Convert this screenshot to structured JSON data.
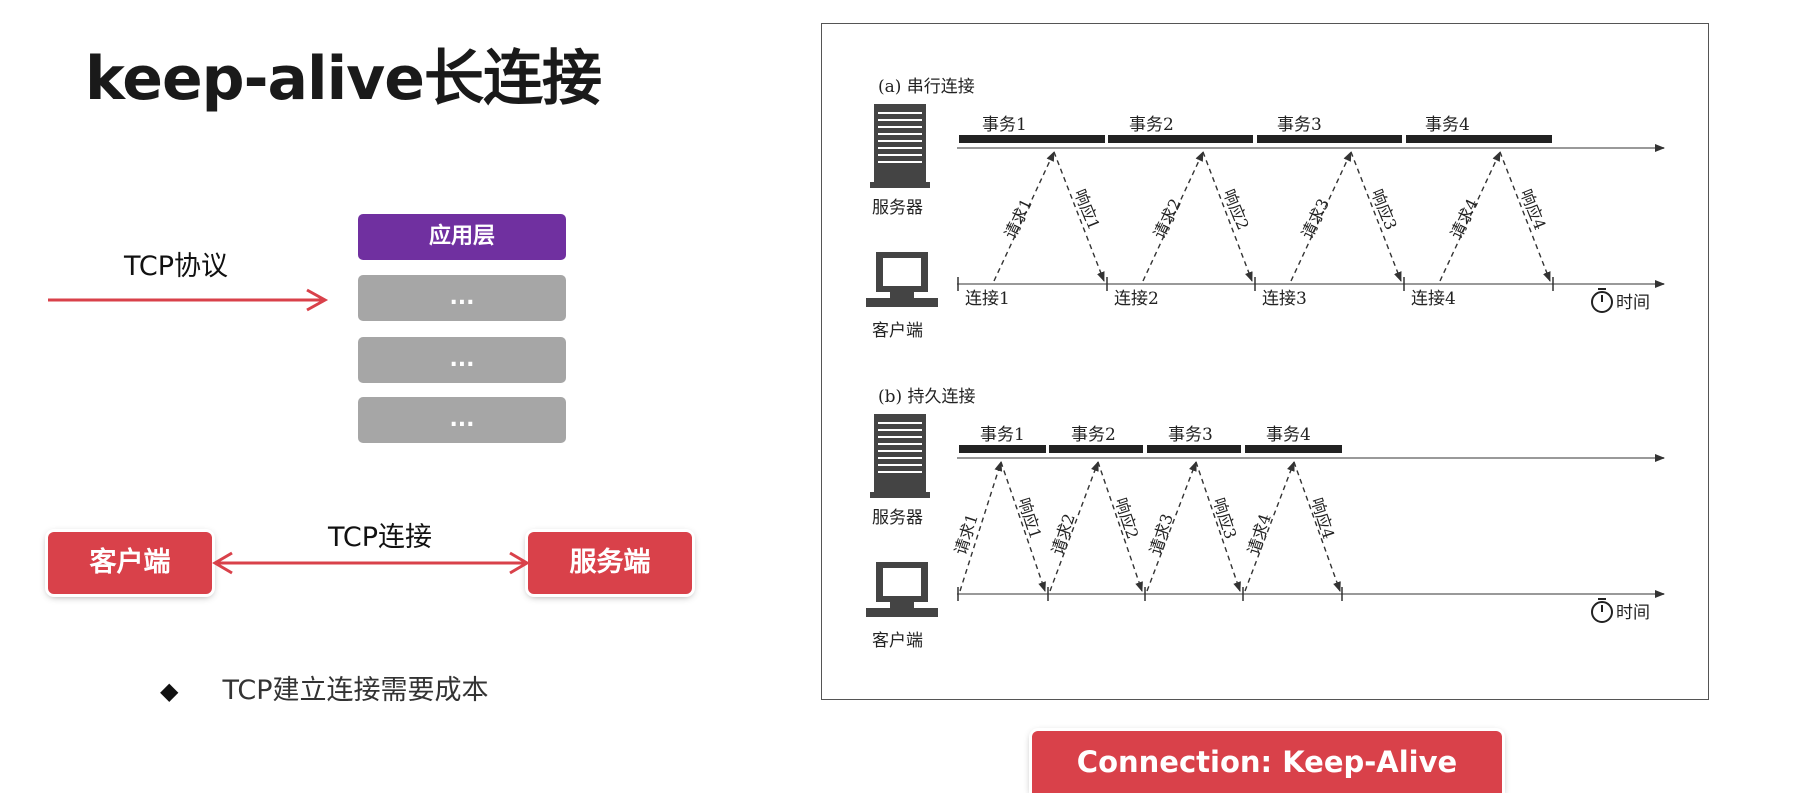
{
  "slide": {
    "title": "keep-alive长连接",
    "tcp_protocol_label": "TCP协议",
    "stack_layers": [
      "应用层",
      "...",
      "...",
      "..."
    ],
    "tcp_connection_label": "TCP连接",
    "client_label": "客户端",
    "server_label": "服务端",
    "bullet_text": "TCP建立连接需要成本",
    "keepalive_header": "Connection: Keep-Alive"
  },
  "diagram": {
    "serial": {
      "caption": "(a)  串行连接",
      "server_label": "服务器",
      "client_label": "客户端",
      "transactions": [
        "事务1",
        "事务2",
        "事务3",
        "事务4"
      ],
      "requests": [
        "请求1",
        "请求2",
        "请求3",
        "请求4"
      ],
      "responses": [
        "响应1",
        "响应2",
        "响应3",
        "响应4"
      ],
      "connections": [
        "连接1",
        "连接2",
        "连接3",
        "连接4"
      ],
      "time_label": "时间"
    },
    "persistent": {
      "caption": "(b)  持久连接",
      "server_label": "服务器",
      "client_label": "客户端",
      "transactions": [
        "事务1",
        "事务2",
        "事务3",
        "事务4"
      ],
      "requests": [
        "请求1",
        "请求2",
        "请求3",
        "请求4"
      ],
      "responses": [
        "响应1",
        "响应2",
        "响应3",
        "响应4"
      ],
      "time_label": "时间"
    }
  },
  "colors": {
    "accent_red": "#d9414a",
    "purple": "#7030a0",
    "gray_layer": "#a6a6a6"
  }
}
